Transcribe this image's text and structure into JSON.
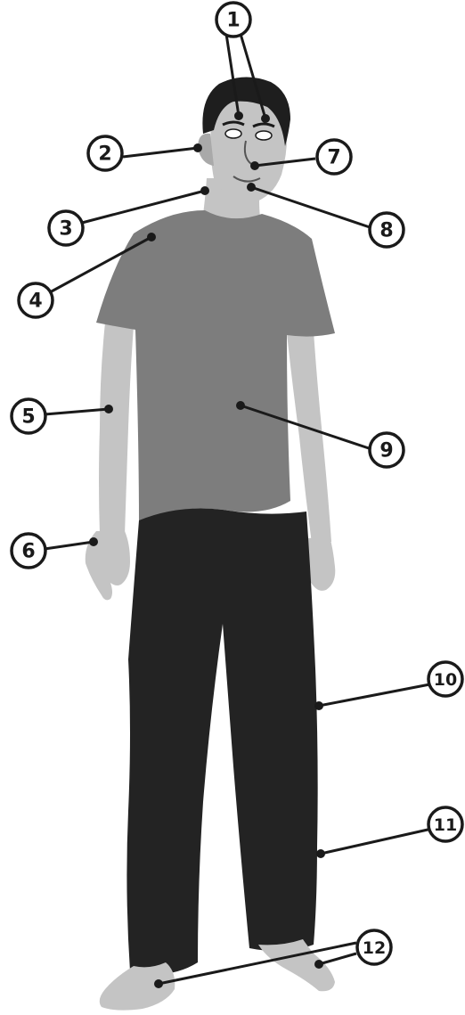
{
  "callouts": [
    {
      "id": "c1",
      "label": "1"
    },
    {
      "id": "c2",
      "label": "2"
    },
    {
      "id": "c3",
      "label": "3"
    },
    {
      "id": "c4",
      "label": "4"
    },
    {
      "id": "c5",
      "label": "5"
    },
    {
      "id": "c6",
      "label": "6"
    },
    {
      "id": "c7",
      "label": "7"
    },
    {
      "id": "c8",
      "label": "8"
    },
    {
      "id": "c9",
      "label": "9"
    },
    {
      "id": "c10",
      "label": "10"
    },
    {
      "id": "c11",
      "label": "11"
    },
    {
      "id": "c12",
      "label": "12"
    }
  ],
  "colors": {
    "skin": "#c4c4c4",
    "skin_shade": "#a9a9a9",
    "shirt": "#7d7d7d",
    "pants": "#232323",
    "hair": "#1e1e1e",
    "ink": "#1a1a1a"
  }
}
